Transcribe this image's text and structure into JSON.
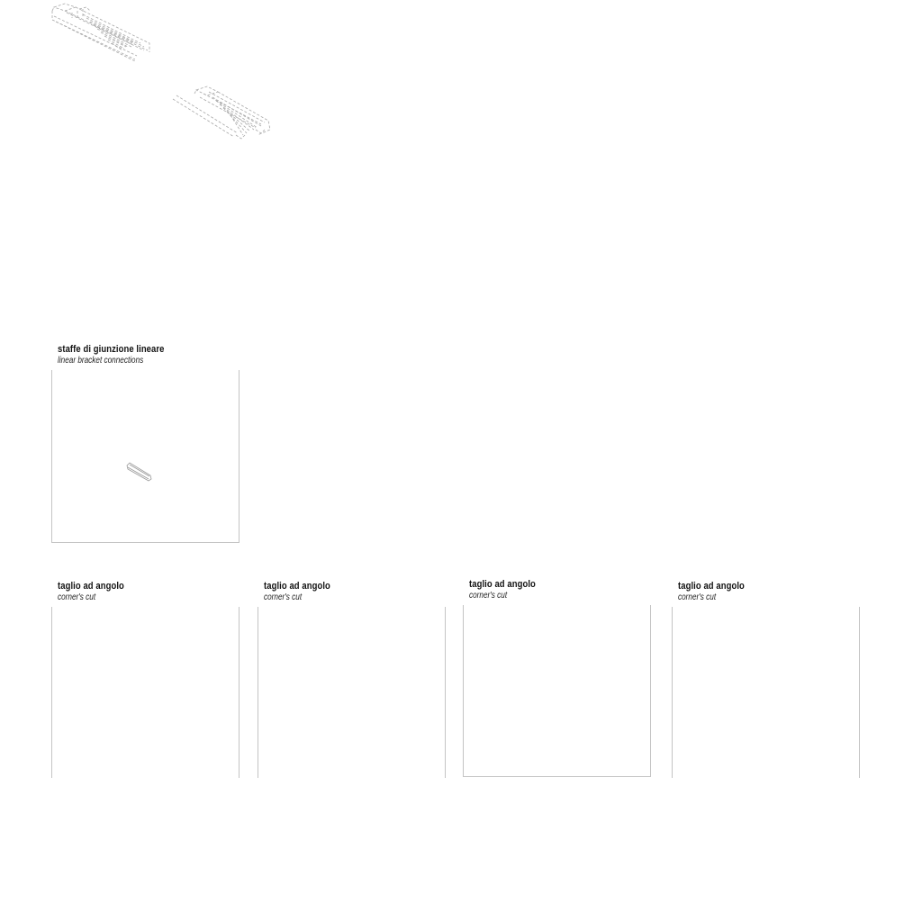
{
  "panels": [
    {
      "title": "staffe di giunzione lineare",
      "subtitle": "linear bracket connections"
    },
    {
      "title": "taglio ad angolo",
      "subtitle": "corner's cut"
    },
    {
      "title": "taglio ad angolo",
      "subtitle": "corner's cut"
    },
    {
      "title": "taglio ad angolo",
      "subtitle": "corner's cut"
    },
    {
      "title": "taglio ad angolo",
      "subtitle": "corner's cut"
    }
  ],
  "colors": {
    "frame_line": "#c4c4c4",
    "drawing_line": "#9a9a9a",
    "caption_text": "#111111"
  }
}
